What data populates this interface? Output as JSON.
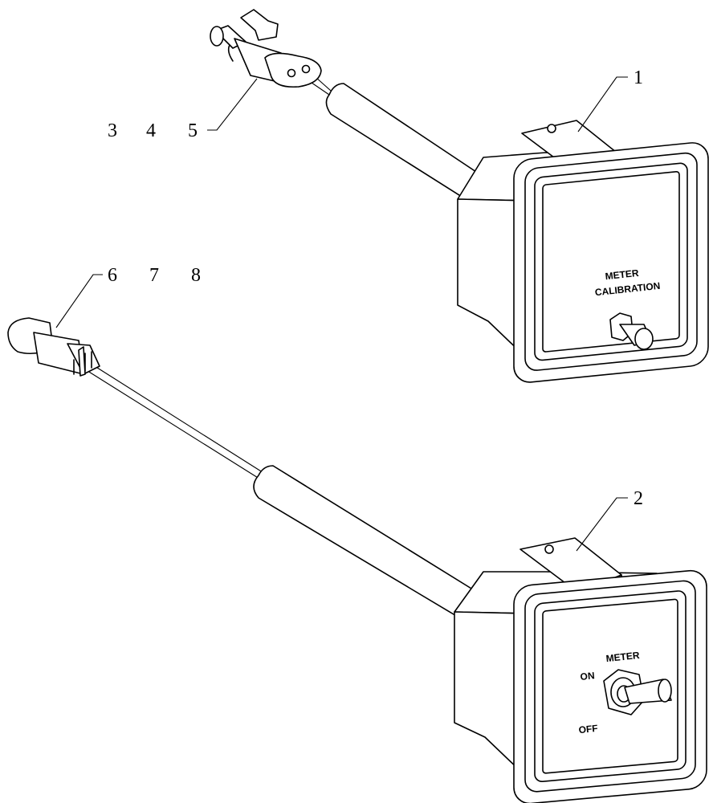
{
  "callouts": {
    "item_1": "1",
    "item_2": "2",
    "item_3": "3",
    "item_4": "4",
    "item_5": "5",
    "item_6": "6",
    "item_7": "7",
    "item_8": "8"
  },
  "calibration_switch": {
    "label_line1": "METER",
    "label_line2": "CALIBRATION"
  },
  "meter_switch": {
    "label_title": "METER",
    "label_on": "ON",
    "label_off": "OFF"
  }
}
